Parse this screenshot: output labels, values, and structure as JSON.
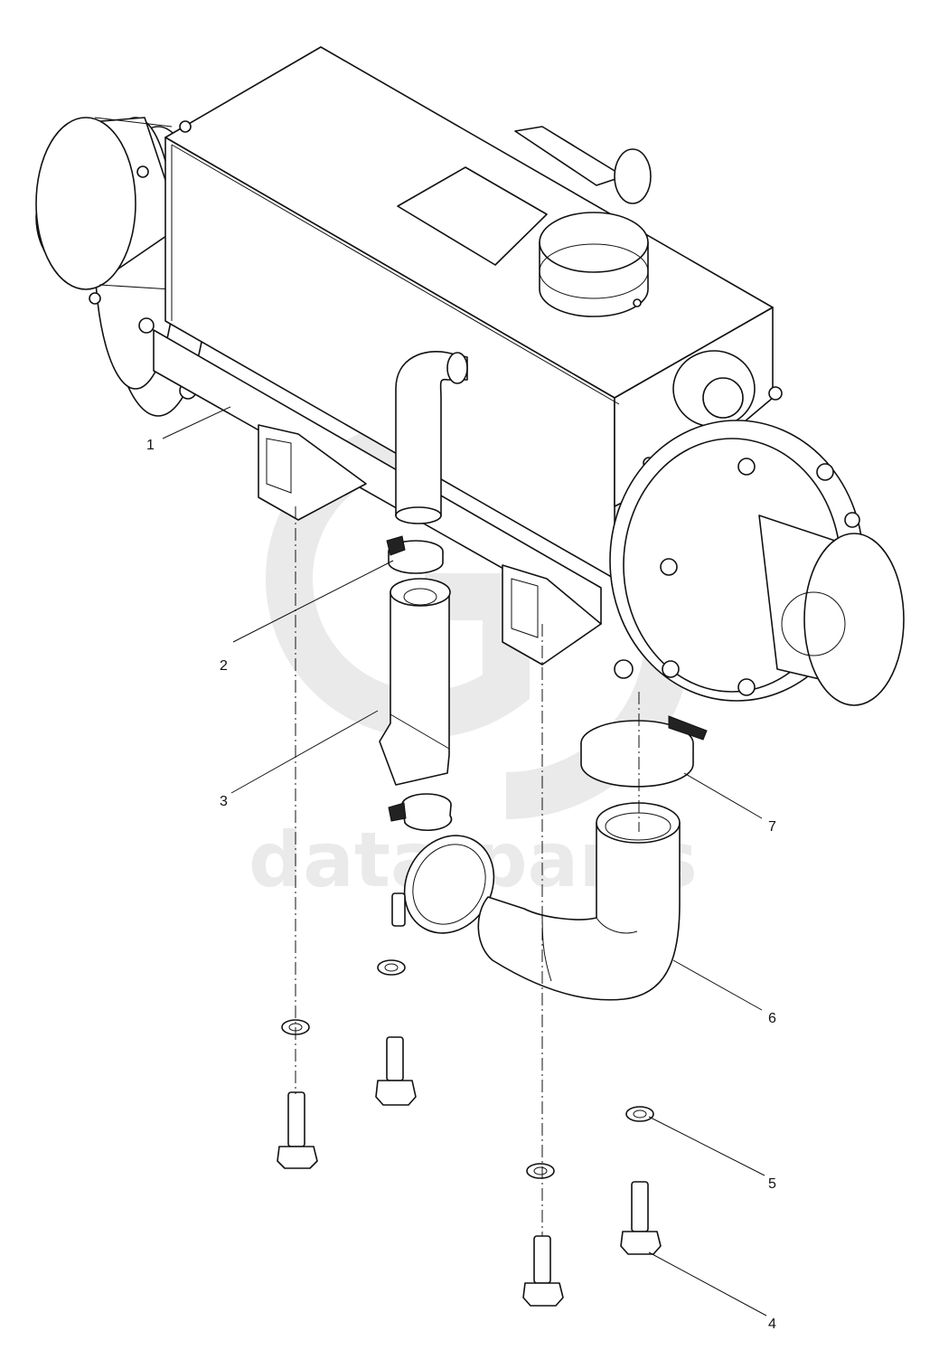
{
  "watermark": {
    "text": "data-parts",
    "logo_letters": "GD"
  },
  "callouts": [
    {
      "label": "1"
    },
    {
      "label": "2"
    },
    {
      "label": "3"
    },
    {
      "label": "7"
    },
    {
      "label": "6"
    },
    {
      "label": "5"
    },
    {
      "label": "4"
    }
  ],
  "colors": {
    "line": "#111111",
    "background": "#ffffff",
    "watermark": "#d9d9d9"
  }
}
